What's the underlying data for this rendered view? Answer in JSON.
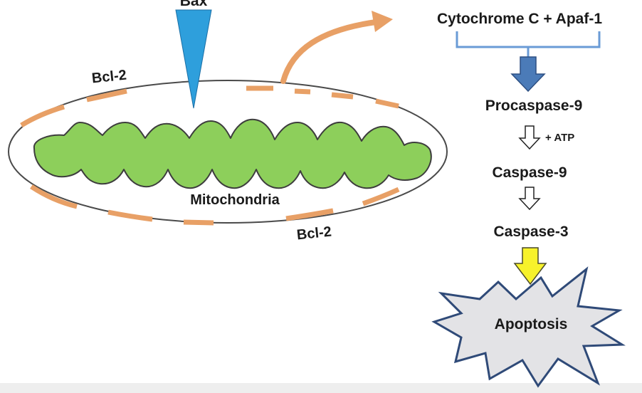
{
  "labels": {
    "bax": "Bax",
    "bcl2_top": "Bcl-2",
    "bcl2_bottom": "Bcl-2",
    "mitochondria": "Mitochondria",
    "cytochrome": "Cytochrome C + Apaf-1",
    "procaspase9": "Procaspase-9",
    "atp": "+ ATP",
    "caspase9": "Caspase-9",
    "caspase3": "Caspase-3",
    "apoptosis": "Apoptosis"
  },
  "colors": {
    "bax": "#2e9fdc",
    "bcl2": "#e8a066",
    "mito_fill": "#8dcf5b",
    "mito_stroke": "#333333",
    "bracket": "#6a9bd6",
    "big_arrow": "#4b7bb8",
    "yellow_arrow": "#f7f22b",
    "star_stroke": "#2f4a78",
    "star_fill": "#e3e3e6",
    "footer_band": "#eeeeee"
  }
}
